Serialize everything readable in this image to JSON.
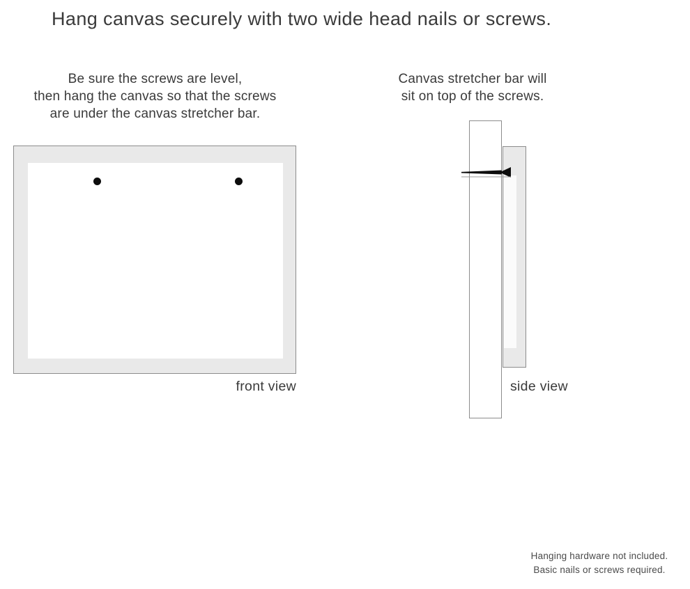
{
  "colors": {
    "background": "#ffffff",
    "canvas_gray": "#e9e9e9",
    "outline_gray": "#8c8c8c",
    "text_dark": "#3a3a3a",
    "note_gray": "#4a4a4a",
    "hardware_black": "#0d0d0d"
  },
  "title": "Hang canvas securely with two wide head nails or screws.",
  "front_view": {
    "instructions": {
      "line1": "Be sure the screws are level,",
      "line2": "then hang the canvas so that the screws",
      "line3": "are under the canvas stretcher bar."
    },
    "label": "front view",
    "screw_count": 2
  },
  "side_view": {
    "instructions": {
      "line1": "Canvas stretcher bar will",
      "line2": "sit on top of the screws."
    },
    "label": "side view"
  },
  "footer_note": {
    "line1": "Hanging hardware not included.",
    "line2": "Basic nails or screws required."
  },
  "icons": {
    "screw_dot": "filled-circle",
    "nail_side": "tapered-nail-head-right"
  }
}
